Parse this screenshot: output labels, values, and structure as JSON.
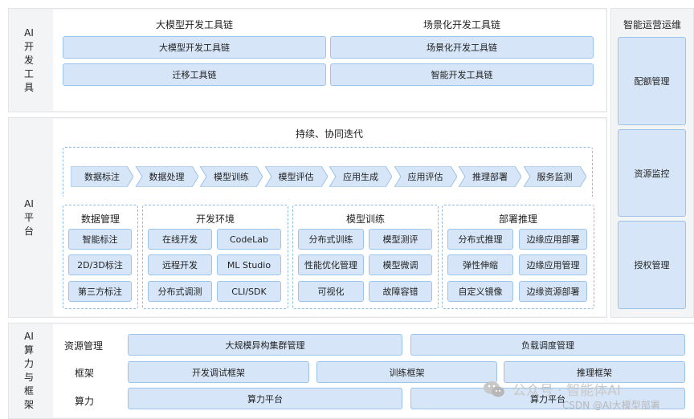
{
  "left_labels": {
    "tools": "AI开发工具",
    "platform": "AI平台",
    "compute": "AI算力与框架"
  },
  "tools": {
    "left_title": "大模型开发工具链",
    "right_title": "场景化开发工具链",
    "left_items": [
      "大模型开发工具链",
      "迁移工具链"
    ],
    "right_items": [
      "场景化开发工具链",
      "智能开发工具链"
    ]
  },
  "ops": {
    "title": "智能运营运维",
    "items": [
      "配额管理",
      "资源监控",
      "授权管理"
    ]
  },
  "platform": {
    "title": "持续、协同迭代",
    "steps": [
      "数据标注",
      "数据处理",
      "模型训练",
      "模型评估",
      "应用生成",
      "应用评估",
      "推理部署",
      "服务监测"
    ],
    "groups": [
      {
        "title": "数据管理",
        "items": [
          "智能标注",
          "2D/3D标注",
          "第三方标注"
        ]
      },
      {
        "title": "开发环境",
        "items": [
          "在线开发",
          "CodeLab",
          "远程开发",
          "ML Studio",
          "分布式调测",
          "CLI/SDK"
        ]
      },
      {
        "title": "模型训练",
        "items": [
          "分布式训练",
          "模型测评",
          "性能优化管理",
          "模型微调",
          "可视化",
          "故障容错"
        ]
      },
      {
        "title": "部署推理",
        "items": [
          "分布式推理",
          "边缘应用部署",
          "弹性伸缩",
          "边缘应用管理",
          "自定义镜像",
          "边缘资源部署"
        ]
      }
    ]
  },
  "compute": {
    "rows": [
      {
        "label": "资源管理",
        "items": [
          "大规模异构集群管理",
          "负载调度管理"
        ]
      },
      {
        "label": "框架",
        "items": [
          "开发调试框架",
          "训练框架",
          "推理框架"
        ]
      },
      {
        "label": "算力",
        "items": [
          "算力平台",
          "算力平台"
        ]
      }
    ]
  },
  "watermark": {
    "line1": "公众号 · 智能体AI",
    "line2": "CSDN @AI大模型部署"
  }
}
